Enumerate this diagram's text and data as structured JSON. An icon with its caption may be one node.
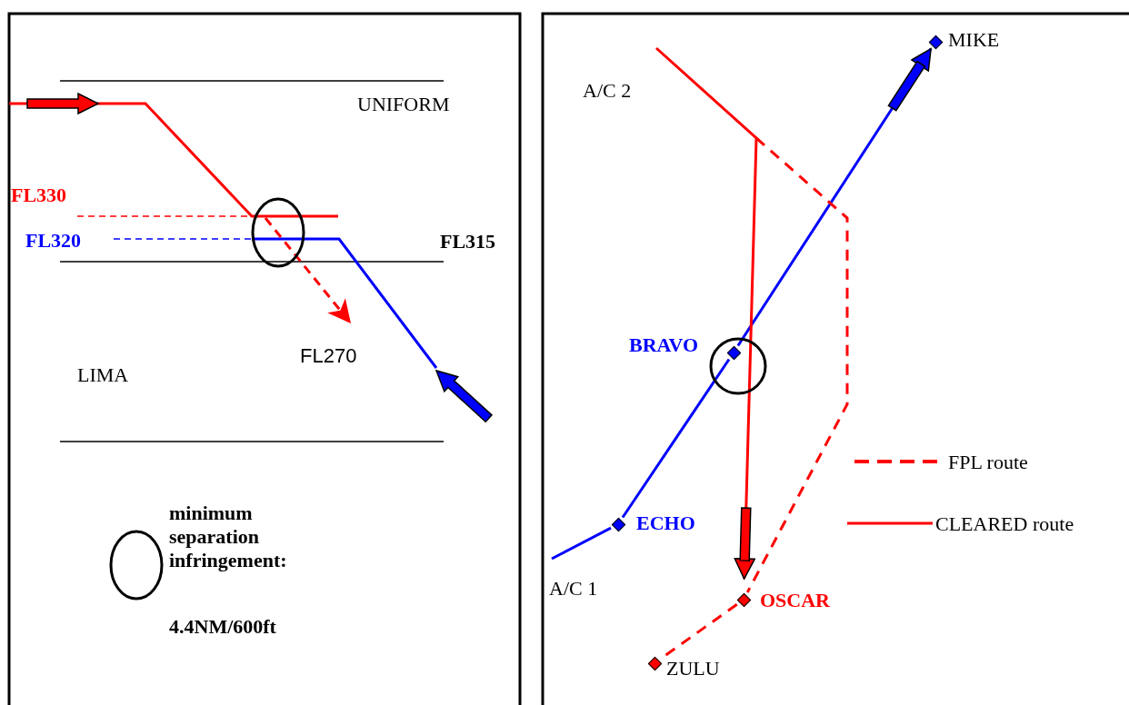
{
  "diagram": {
    "nodes": [
      {
        "text": [],
        "shape": "diamond",
        "beside": [
          "MIKE"
        ]
      },
      {
        "text": [],
        "shape": "diamond",
        "beside": [
          "BRAVO"
        ]
      },
      {
        "text": [],
        "shape": "diamond",
        "beside": [
          "ECHO"
        ]
      },
      {
        "text": [],
        "shape": "diamond",
        "beside": [
          "OSCAR"
        ]
      },
      {
        "text": [],
        "shape": "diamond",
        "beside": [
          "ZULU"
        ]
      }
    ],
    "edges": [
      {
        "from": null,
        "to": 2,
        "arrow": "none",
        "color": "#0000ff"
      },
      {
        "from": 2,
        "to": 1,
        "arrow": "none",
        "color": "#0000ff"
      },
      {
        "from": 1,
        "to": 0,
        "arrow": "to",
        "color": "#0000ff"
      },
      {
        "from": null,
        "to": 3,
        "arrow": "to",
        "color": "#ff0000"
      },
      {
        "from": null,
        "to": 3,
        "arrow": "none",
        "style": "dashed",
        "color": "#ff0000"
      },
      {
        "from": 3,
        "to": 4,
        "arrow": "none",
        "style": "dashed",
        "color": "#ff0000"
      }
    ],
    "labels": [
      "UNIFORM",
      "FL330",
      "FL320",
      "FL315",
      "FL270",
      "LIMA",
      "4.4NM/600ft",
      "A/C 2",
      "A/C 1"
    ],
    "legend": [
      {
        "text": "minimum separation infringement:"
      },
      {
        "text": "FPL route"
      },
      {
        "text": "CLEARED route"
      }
    ]
  }
}
